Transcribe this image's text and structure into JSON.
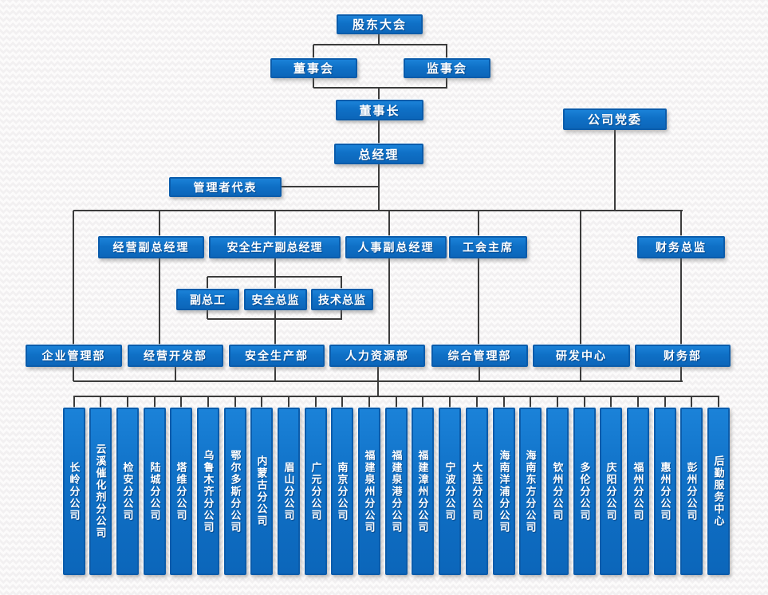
{
  "org_chart": {
    "top": {
      "shareholders_meeting": "股东大会",
      "board_of_directors": "董事会",
      "supervisory_board": "监事会",
      "chairman": "董事长",
      "general_manager": "总经理",
      "management_representative": "管理者代表",
      "party_committee": "公司党委"
    },
    "executives": [
      "经营副总经理",
      "安全生产副总经理",
      "人事副总经理",
      "工会主席",
      "财务总监"
    ],
    "safety_subordinates": [
      "副总工",
      "安全总监",
      "技术总监"
    ],
    "departments": [
      "企业管理部",
      "经营开发部",
      "安全生产部",
      "人力资源部",
      "综合管理部",
      "研发中心",
      "财务部"
    ],
    "branches": [
      "长岭分公司",
      "云溪催化剂分公司",
      "检安分公司",
      "陆城分公司",
      "塔维分公司",
      "乌鲁木齐分公司",
      "鄂尔多斯分公司",
      "内蒙古分公司",
      "眉山分公司",
      "广元分公司",
      "南京分公司",
      "福建泉州分公司",
      "福建泉港分公司",
      "福建漳州分公司",
      "宁波分公司",
      "大连分公司",
      "海南洋浦分公司",
      "海南东方分公司",
      "钦州分公司",
      "多伦分公司",
      "庆阳分公司",
      "福州分公司",
      "惠州分公司",
      "彭州分公司",
      "后勤服务中心"
    ],
    "colors": {
      "box_fill": "#0f70c6",
      "box_border": "#0b5cab",
      "connector_line": "#3c3c3c",
      "text": "#ffffff",
      "background": "#fcfbfb"
    }
  }
}
